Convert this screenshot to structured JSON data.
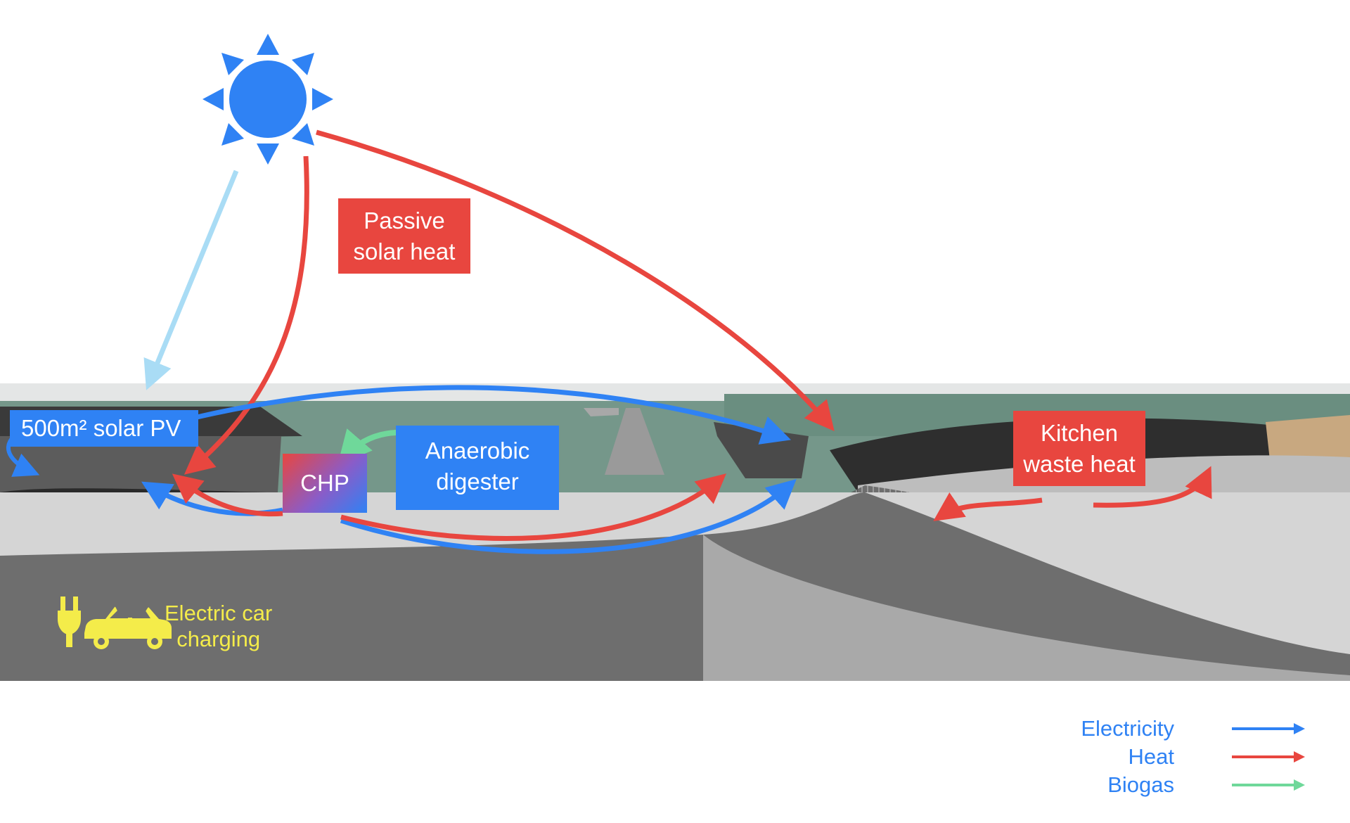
{
  "labels": {
    "solar_pv": "500m² solar PV",
    "passive_line1": "Passive",
    "passive_line2": "solar heat",
    "chp": "CHP",
    "digester_line1": "Anaerobic",
    "digester_line2": "digester",
    "kitchen_line1": "Kitchen",
    "kitchen_line2": "waste heat",
    "ev_line1": "Electric car",
    "ev_line2": "charging"
  },
  "legend": [
    {
      "label": "Electricity",
      "color": "#2f82f4"
    },
    {
      "label": "Heat",
      "color": "#e8463f"
    },
    {
      "label": "Biogas",
      "color": "#6fd89a"
    }
  ],
  "icons": [
    "sun-icon",
    "plug-icon",
    "car-icon"
  ],
  "colors": {
    "electricity": "#2f82f4",
    "heat": "#e8463f",
    "biogas": "#6fd89a",
    "sunlight": "#a9dcf5",
    "ev": "#f4ec4a"
  }
}
